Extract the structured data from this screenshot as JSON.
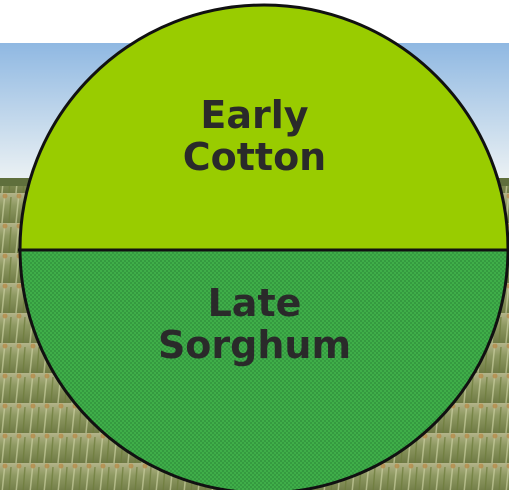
{
  "diagram": {
    "top_section": {
      "line1": "Early",
      "line2": "Cotton",
      "color": "#99cc00"
    },
    "bottom_section": {
      "line1": "Late",
      "line2": "Sorghum",
      "color": "#3fae49"
    },
    "outline_color": "#111111"
  },
  "background": {
    "sky_top": "#9fc3e6",
    "sky_horizon": "#e3edf2",
    "field_color": "#9a9a62"
  }
}
